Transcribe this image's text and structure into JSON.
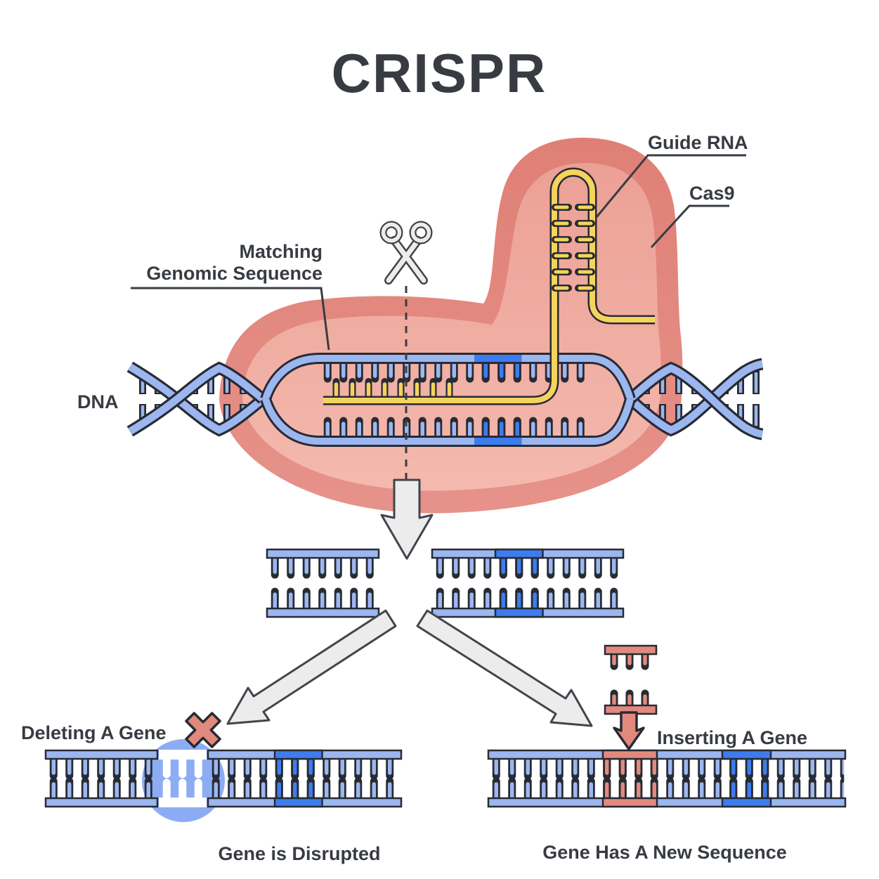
{
  "title": "CRISPR",
  "labels": {
    "guide_rna": "Guide RNA",
    "cas9": "Cas9",
    "matching_line1": "Matching",
    "matching_line2": "Genomic Sequence",
    "dna": "DNA",
    "deleting": "Deleting A Gene",
    "inserting": "Inserting A Gene"
  },
  "captions": {
    "disrupted": "Gene is Disrupted",
    "new_sequence": "Gene Has A New Sequence"
  },
  "icons": {
    "scissors": "cut-site-scissors",
    "x_mark": "deletion-x-mark"
  },
  "colors": {
    "text": "#383c42",
    "outline": "#272b33",
    "blob_outer": "#e1857b",
    "blob_inner_top": "#eca095",
    "blob_inner_bottom": "#f4b9ae",
    "dna_blue": "#9cb6f0",
    "dna_dark_blue": "#3e7cee",
    "rna_yellow": "#f5d35c",
    "salmon": "#e2897e",
    "arrow_gray": "#ececec",
    "arrow_outline": "#41454c",
    "circle_blue": "#8cadf3"
  }
}
